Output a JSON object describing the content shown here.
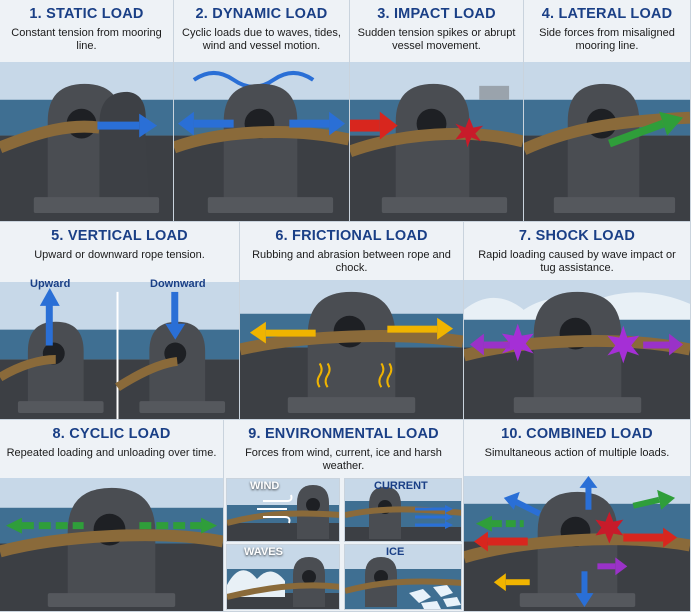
{
  "panels": [
    {
      "title": "1. STATIC LOAD",
      "desc": "Constant tension from mooring line."
    },
    {
      "title": "2. DYNAMIC LOAD",
      "desc": "Cyclic loads due to waves, tides, wind and vessel motion."
    },
    {
      "title": "3. IMPACT LOAD",
      "desc": "Sudden tension spikes or abrupt vessel movement."
    },
    {
      "title": "4. LATERAL LOAD",
      "desc": "Side forces from misaligned mooring line."
    },
    {
      "title": "5. VERTICAL LOAD",
      "desc": "Upward or downward rope tension.",
      "sub": [
        "Upward",
        "Downward"
      ]
    },
    {
      "title": "6. FRICTIONAL LOAD",
      "desc": "Rubbing and abrasion between rope and chock."
    },
    {
      "title": "7. SHOCK LOAD",
      "desc": "Rapid loading caused by wave impact or tug assistance."
    },
    {
      "title": "8. CYCLIC LOAD",
      "desc": "Repeated loading and unloading over time."
    },
    {
      "title": "9. ENVIRONMENTAL LOAD",
      "desc": "Forces from wind, current, ice and harsh weather.",
      "sub": [
        "WIND",
        "CURRENT",
        "WAVES",
        "ICE"
      ]
    },
    {
      "title": "10. COMBINED LOAD",
      "desc": "Simultaneous action of multiple loads."
    }
  ],
  "colors": {
    "title": "#1a3f86",
    "arrow_blue": "#2a6fd6",
    "arrow_red": "#d8261e",
    "arrow_green": "#2f9e3a",
    "arrow_yellow": "#f0b400",
    "arrow_purple": "#9a32c8",
    "star_red": "#c81b2a",
    "star_purple": "#a52fd6",
    "rope": "#8a6a3a",
    "steel": "#4a4d52",
    "sea": "#3f6f92"
  }
}
